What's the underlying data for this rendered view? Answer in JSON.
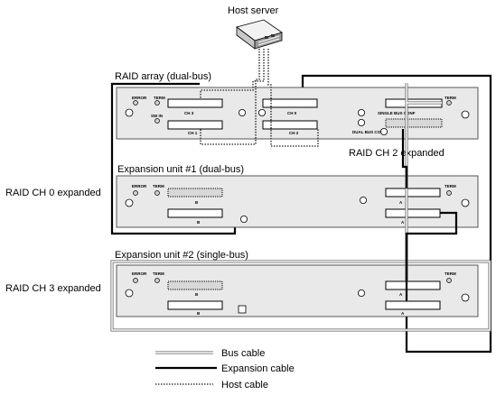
{
  "labels": {
    "host_server": "Host server",
    "raid_array": "RAID array (dual-bus)",
    "raid_ch2_expanded": "RAID CH 2 expanded",
    "exp_unit1": "Expansion unit #1 (dual-bus)",
    "raid_ch0_expanded": "RAID CH 0 expanded",
    "exp_unit2": "Expansion unit #2 (single-bus)",
    "raid_ch3_expanded": "RAID CH 3 expanded"
  },
  "panel_text": {
    "error": "ERROR",
    "term": "TERM",
    "swin": "SW IN",
    "ch3": "CH 3",
    "ch0": "CH 0",
    "ch1": "CH 1",
    "ch2": "CH 2",
    "single_bus_conf": "SINGLE BUS CONF",
    "dual_bus_conf": "DUAL BUS CONF",
    "b": "B",
    "a": "A"
  },
  "legend": {
    "bus_cable": "Bus cable",
    "expansion_cable": "Expansion cable",
    "host_cable": "Host cable"
  }
}
